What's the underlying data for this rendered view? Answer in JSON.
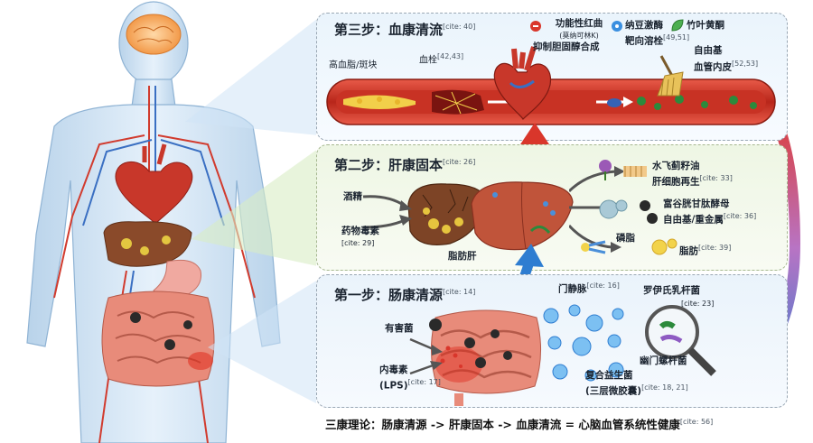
{
  "step3": {
    "title": "第三步：血康清流",
    "cite": "[cite: 40]",
    "labels": {
      "high_lipid": "高血脂/斑块",
      "thrombus": "血栓",
      "thrombus_cite": "[42,43]",
      "red_yeast_1": "功能性红曲",
      "red_yeast_2": "(莫纳可林K)",
      "red_yeast_3": "抑制胆固醇合成",
      "natto_1": "纳豆激酶",
      "natto_2": "靶向溶栓",
      "natto_cite": "[49,51]",
      "bamboo": "竹叶黄酮",
      "free_radical": "自由基",
      "endothelium": "血管内皮",
      "endo_cite": "[52,53]"
    }
  },
  "step2": {
    "title": "第二步：肝康固本",
    "cite": "[cite: 26]",
    "labels": {
      "alcohol": "酒精",
      "drug_toxin": "药物毒素",
      "drug_cite": "[cite: 29]",
      "fatty_liver": "脂肪肝",
      "milk_thistle_1": "水飞蓟籽油",
      "milk_thistle_2": "肝细胞再生",
      "milk_cite": "[cite: 33]",
      "gsh_1": "富谷胱甘肽酵母",
      "gsh_2": "自由基/重金属",
      "gsh_cite": "[cite: 36]",
      "phospholipid": "磷脂",
      "fat": "脂肪",
      "fat_cite": "[cite: 39]"
    }
  },
  "step1": {
    "title": "第一步：肠康清源",
    "cite": "[cite: 14]",
    "labels": {
      "portal_vein": "门静脉",
      "portal_cite": "[cite: 16]",
      "harmful": "有害菌",
      "endotoxin_1": "内毒素",
      "endotoxin_2": "(LPS)",
      "endotoxin_cite": "[cite: 17]",
      "reuteri": "罗伊氏乳杆菌",
      "reuteri_cite": "[cite: 23]",
      "pylori": "幽门螺杆菌",
      "probiotic_1": "复合益生菌",
      "probiotic_2": "(三层微胶囊)",
      "probiotic_cite": "[cite: 18, 21]"
    }
  },
  "footer": {
    "text": "三康理论：肠康清源 -> 肝康固本 -> 血康清流 = 心脑血管系统性健康",
    "cite": "[cite: 56]"
  },
  "icons": [
    "human-body-icon",
    "brain-icon",
    "heart-icon",
    "liver-icon",
    "stomach-icon",
    "intestine-icon",
    "blood-vessel-icon",
    "magnifier-icon",
    "bacteria-icon",
    "thistle-icon",
    "yeast-icon",
    "broom-icon",
    "leaf-icon"
  ],
  "colors": {
    "vessel": "#c0392b",
    "liver": "#b5553a",
    "arrow_red": "#d9362b",
    "arrow_blue": "#2e7dd1",
    "probiotic": "#3a8fe0"
  }
}
